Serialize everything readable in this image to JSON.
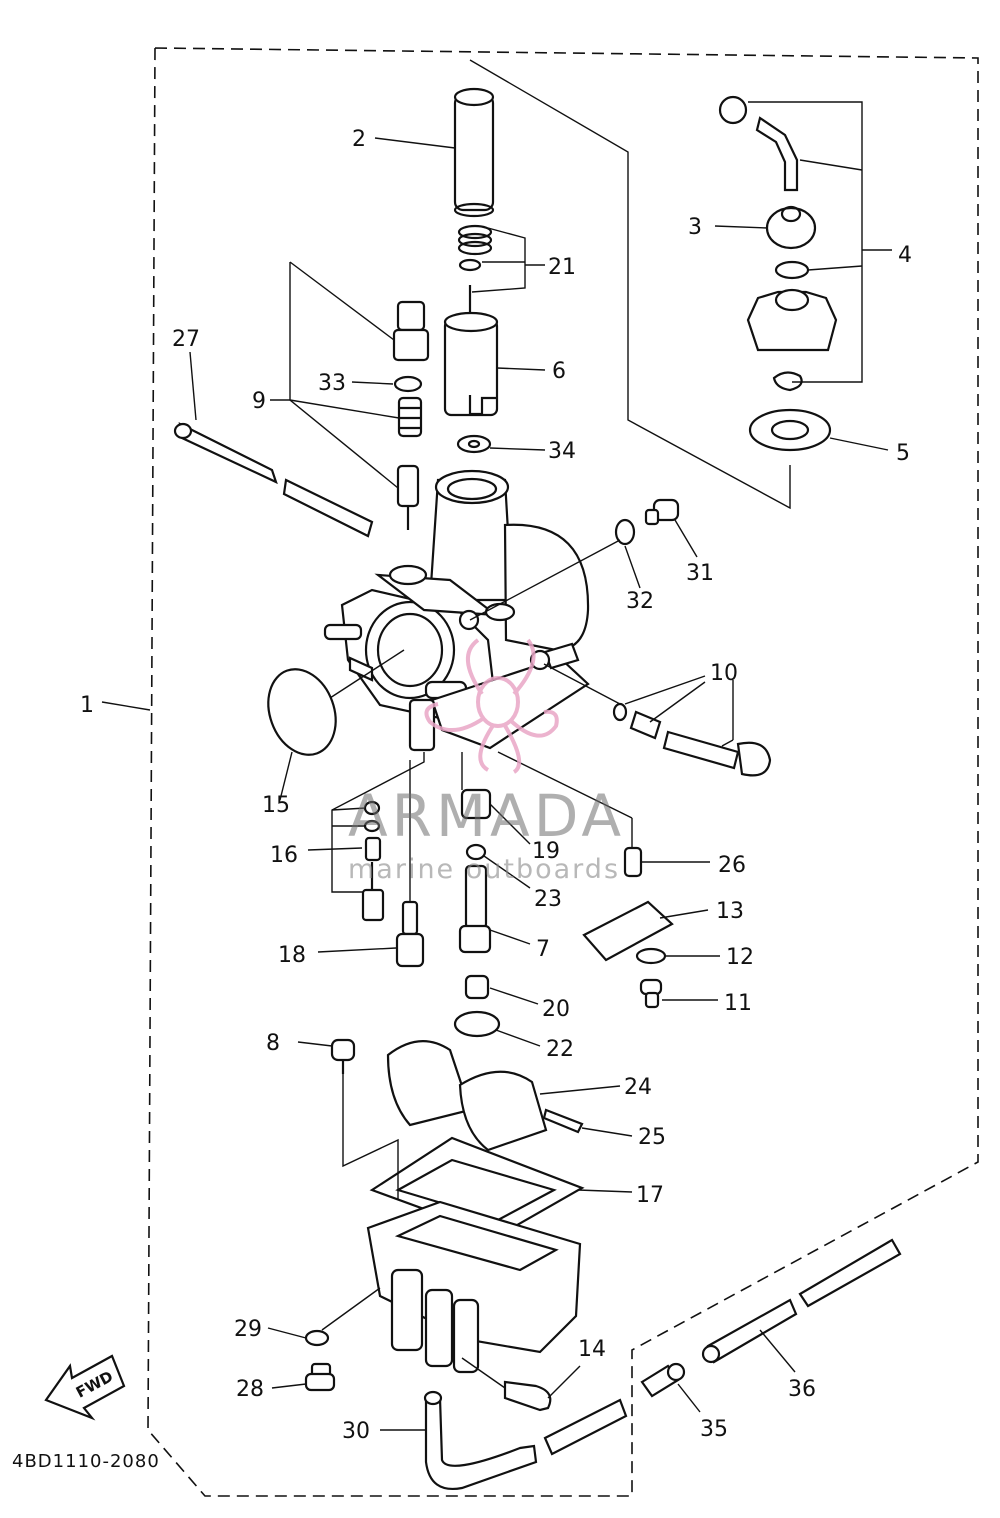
{
  "diagram": {
    "part_labels": [
      "1",
      "2",
      "3",
      "4",
      "5",
      "6",
      "7",
      "8",
      "9",
      "10",
      "11",
      "12",
      "13",
      "14",
      "15",
      "16",
      "17",
      "18",
      "19",
      "20",
      "21",
      "22",
      "23",
      "24",
      "25",
      "26",
      "27",
      "28",
      "29",
      "30",
      "31",
      "32",
      "33",
      "34",
      "35",
      "36"
    ],
    "direction_label": "FWD",
    "drawing_code": "4BD1110-2080"
  },
  "watermark": {
    "brand": "ARMADA",
    "tagline": "marine outboards",
    "accent_color": "#e9a6c6"
  }
}
